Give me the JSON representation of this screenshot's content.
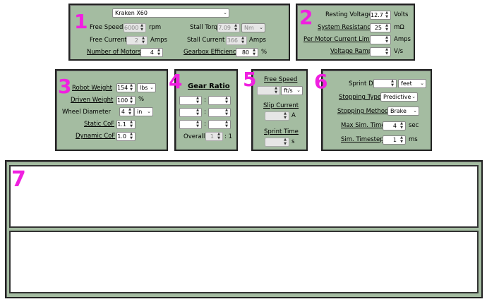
{
  "p1": {
    "num": "1",
    "motor_select": "Kraken X60",
    "free_speed_label": "Free Speed",
    "free_speed": "6000",
    "free_speed_unit": "rpm",
    "free_current_label": "Free Current",
    "free_current": "2",
    "free_current_unit": "Amps",
    "num_motors_label": "Number of Motors",
    "num_motors": "4",
    "stall_torque_label": "Stall Torque",
    "stall_torque": "7.09",
    "stall_torque_unit": "Nm",
    "stall_current_label": "Stall Current",
    "stall_current": "366",
    "stall_current_unit": "Amps",
    "gearbox_eff_label": "Gearbox Efficiency",
    "gearbox_eff": "80",
    "gearbox_eff_unit": "%"
  },
  "p2": {
    "num": "2",
    "resting_voltage_label": "Resting Voltage",
    "resting_voltage": "12.7",
    "resting_voltage_unit": "Volts",
    "system_resistance_label": "System Resistance",
    "system_resistance": "25",
    "system_resistance_unit": "mΩ",
    "per_motor_limit_label": "Per Motor Current Limit",
    "per_motor_limit": "",
    "per_motor_limit_unit": "Amps",
    "voltage_ramp_label": "Voltage Ramp",
    "voltage_ramp": "",
    "voltage_ramp_unit": "V/s"
  },
  "p3": {
    "num": "3",
    "robot_weight_label": "Robot Weight",
    "robot_weight": "154",
    "robot_weight_unit": "lbs",
    "driven_weight_label": "Driven Weight",
    "driven_weight": "100",
    "driven_weight_unit": "%",
    "wheel_diameter_label": "Wheel Diameter",
    "wheel_diameter": "4",
    "wheel_diameter_unit": "in",
    "static_cof_label": "Static CoF",
    "static_cof": "1.1",
    "dynamic_cof_label": "Dynamic CoF",
    "dynamic_cof": "1.0"
  },
  "p4": {
    "num": "4",
    "title": "Gear Ratio",
    "colon": ":",
    "overall_label": "Overall",
    "overall_value": "1",
    "overall_suffix": ": 1"
  },
  "p5": {
    "num": "5",
    "free_speed_label": "Free Speed",
    "free_speed_unit": "ft/s",
    "slip_current_label": "Slip Current",
    "slip_current_unit": "A",
    "sprint_time_label": "Sprint Time",
    "sprint_time_unit": "s"
  },
  "p6": {
    "num": "6",
    "sprint_distance_label": "Sprint Distance",
    "sprint_distance": "",
    "sprint_distance_unit": "feet",
    "stopping_type_label": "Stopping Type",
    "stopping_type": "Predictive",
    "stopping_method_label": "Stopping Method",
    "stopping_method": "Brake",
    "max_sim_time_label": "Max Sim. Time",
    "max_sim_time": "4",
    "max_sim_time_unit": "sec",
    "sim_timestep_label": "Sim. Timestep",
    "sim_timestep": "1",
    "sim_timestep_unit": "ms"
  },
  "p7": {
    "num": "7"
  },
  "colors": {
    "panel": "#a4bca1",
    "number": "#f020e0"
  },
  "icons": {
    "spinner": "up-down-arrows",
    "dropdown": "chevron-down-icon"
  }
}
